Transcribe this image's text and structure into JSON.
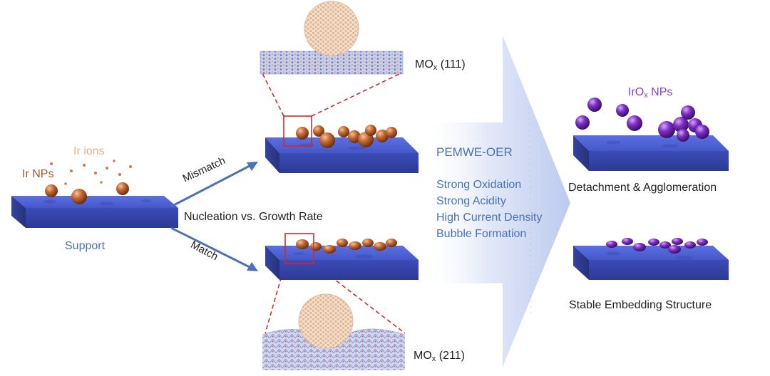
{
  "labels": {
    "ir_ions": "Ir ions",
    "ir_nps": "Ir NPs",
    "support": "Support",
    "mismatch": "Mismatch",
    "match": "Match",
    "nucleation": "Nucleation vs. Growth Rate",
    "mox_111": {
      "base": "MO",
      "sub": "x",
      "suffix": " (111)"
    },
    "mox_211": {
      "base": "MO",
      "sub": "x",
      "suffix": " (211)"
    },
    "pemwe": "PEMWE-OER",
    "conditions": [
      "Strong Oxidation",
      "Strong Acidity",
      "High Current Density",
      "Bubble Formation"
    ],
    "irox_nps": {
      "base": "IrO",
      "sub": "x",
      "suffix": " NPs"
    },
    "detachment": "Detachment & Agglomeration",
    "stable": "Stable Embedding Structure"
  },
  "colors": {
    "support": "#4a5fcf",
    "ir_np": "#b8592b",
    "irox_np": "#7a2fc0",
    "arrow": "#4a72b8",
    "zoom_box": "#d62828",
    "lattice": "#e8c6a8"
  }
}
